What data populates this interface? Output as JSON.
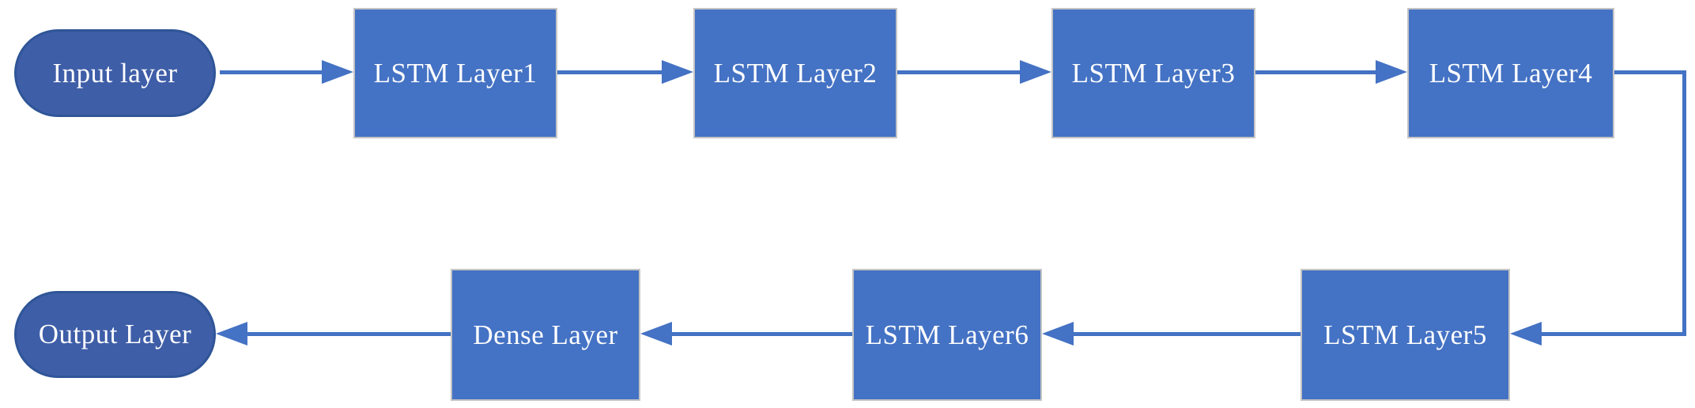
{
  "diagram": {
    "description": "LSTM network architecture flowchart",
    "colors": {
      "background": "#ffffff",
      "terminal_fill": "#3F5EA8",
      "terminal_border": "#2F5597",
      "process_fill": "#4472C4",
      "process_border": "#C5C5C5",
      "arrow": "#4472C4",
      "text": "#ffffff"
    },
    "nodes": [
      {
        "id": "input",
        "label": "Input layer",
        "shape": "rounded-pill",
        "row": "top"
      },
      {
        "id": "lstm1",
        "label": "LSTM Layer1",
        "shape": "rectangle",
        "row": "top"
      },
      {
        "id": "lstm2",
        "label": "LSTM Layer2",
        "shape": "rectangle",
        "row": "top"
      },
      {
        "id": "lstm3",
        "label": "LSTM Layer3",
        "shape": "rectangle",
        "row": "top"
      },
      {
        "id": "lstm4",
        "label": "LSTM Layer4",
        "shape": "rectangle",
        "row": "top"
      },
      {
        "id": "lstm5",
        "label": "LSTM Layer5",
        "shape": "rectangle",
        "row": "bottom"
      },
      {
        "id": "lstm6",
        "label": "LSTM Layer6",
        "shape": "rectangle",
        "row": "bottom"
      },
      {
        "id": "dense",
        "label": "Dense Layer",
        "shape": "rectangle",
        "row": "bottom"
      },
      {
        "id": "output",
        "label": "Output Layer",
        "shape": "rounded-pill",
        "row": "bottom"
      }
    ],
    "edges": [
      {
        "from": "Input layer",
        "to": "LSTM Layer1",
        "style": "straight-right"
      },
      {
        "from": "LSTM Layer1",
        "to": "LSTM Layer2",
        "style": "straight-right"
      },
      {
        "from": "LSTM Layer2",
        "to": "LSTM Layer3",
        "style": "straight-right"
      },
      {
        "from": "LSTM Layer3",
        "to": "LSTM Layer4",
        "style": "straight-right"
      },
      {
        "from": "LSTM Layer4",
        "to": "LSTM Layer5",
        "style": "elbow-right-down-left"
      },
      {
        "from": "LSTM Layer5",
        "to": "LSTM Layer6",
        "style": "straight-left"
      },
      {
        "from": "LSTM Layer6",
        "to": "Dense Layer",
        "style": "straight-left"
      },
      {
        "from": "Dense Layer",
        "to": "Output Layer",
        "style": "straight-left"
      }
    ]
  }
}
